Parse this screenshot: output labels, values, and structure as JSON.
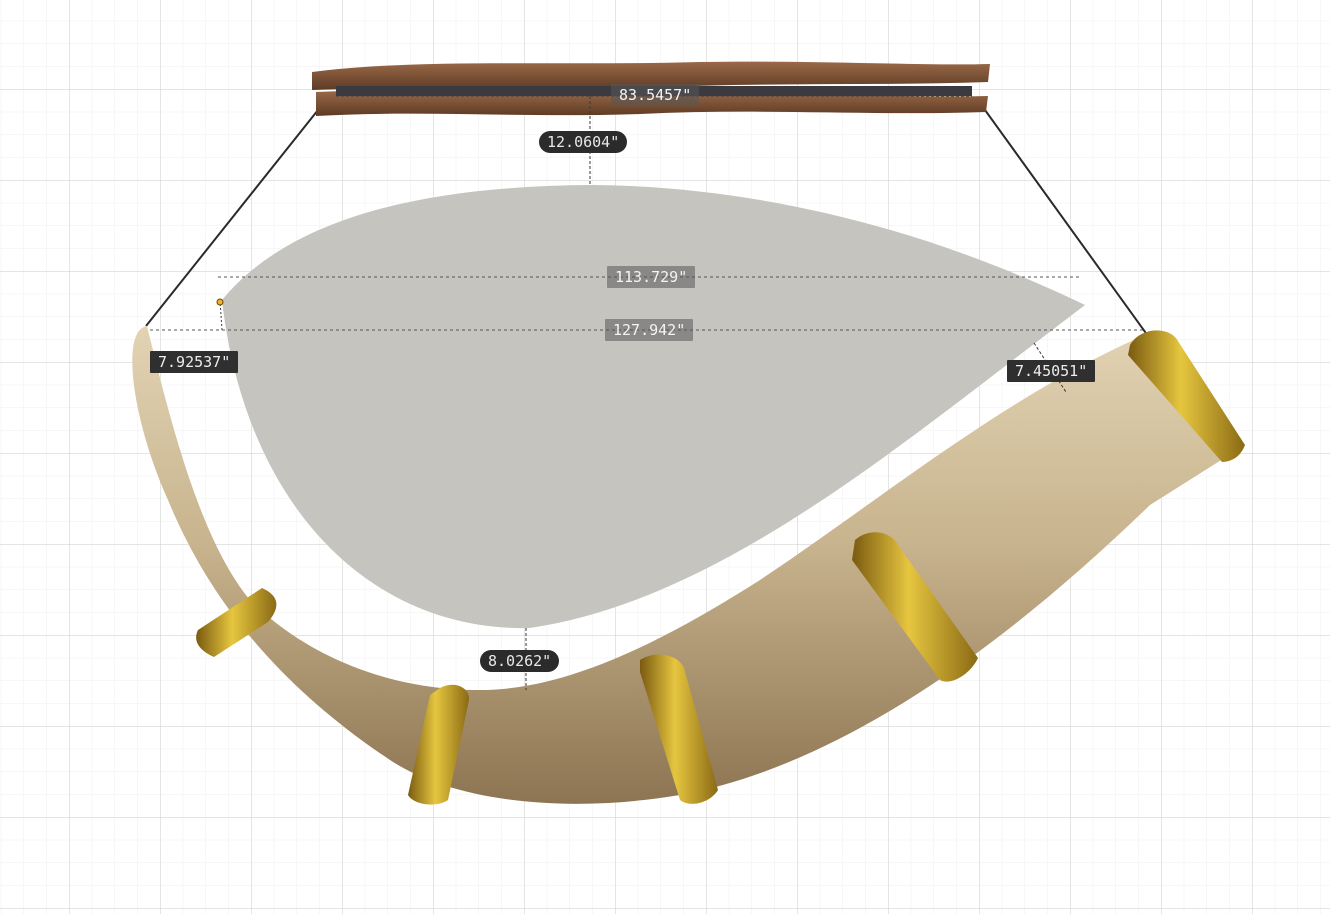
{
  "viewport": {
    "background": "#ffffff",
    "grid_color": "#d9d9d9",
    "subgrid_color": "#efefef"
  },
  "model": {
    "sail_color": "#c6c4be",
    "horn_color": "#c8b48e",
    "ring_color": "#c9a227",
    "branch_color": "#7a4f35",
    "rope_color": "#2a2a2a"
  },
  "dimensions": {
    "top_width": "83.5457\"",
    "top_gap": "12.0604\"",
    "sail_width_upper": "113.729\"",
    "sail_width_lower": "127.942\"",
    "left_offset": "7.92537\"",
    "right_offset": "7.45051\"",
    "bottom_gap": "8.0262\""
  }
}
